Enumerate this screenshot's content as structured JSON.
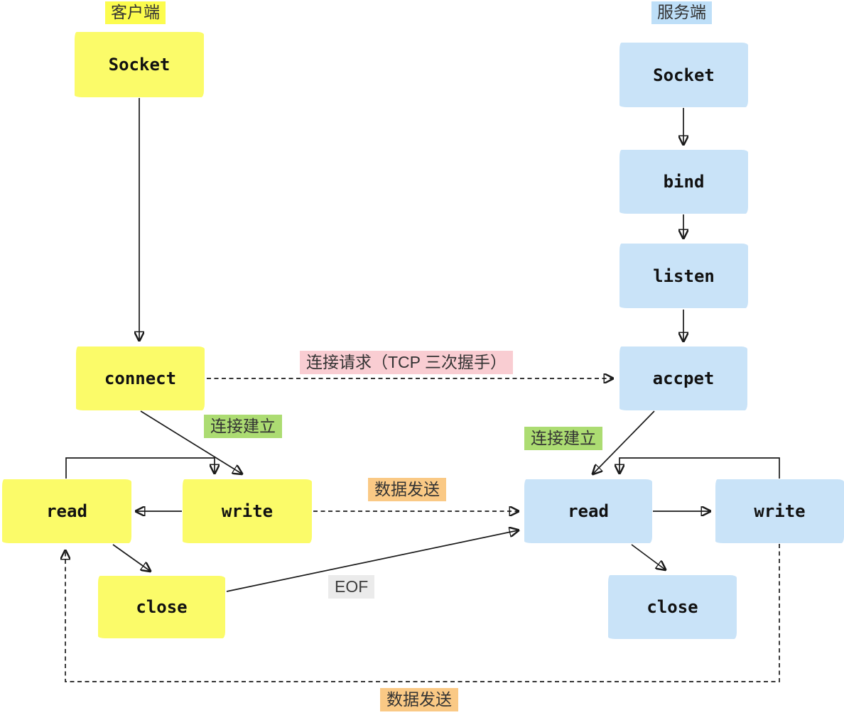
{
  "diagram": {
    "title_implied": "TCP socket client/server flow",
    "client": {
      "tag": "客户端",
      "nodes": {
        "socket": "Socket",
        "connect": "connect",
        "read": "read",
        "write": "write",
        "close": "close"
      }
    },
    "server": {
      "tag": "服务端",
      "nodes": {
        "socket": "Socket",
        "bind": "bind",
        "listen": "listen",
        "accpet": "accpet",
        "read": "read",
        "write": "write",
        "close": "close"
      }
    },
    "labels": {
      "handshake": "连接请求（TCP 三次握手）",
      "established_client": "连接建立",
      "established_server": "连接建立",
      "data_send_mid": "数据发送",
      "data_send_bottom": "数据发送",
      "eof": "EOF"
    },
    "edges": [
      {
        "from": "client.socket",
        "to": "client.connect",
        "style": "solid"
      },
      {
        "from": "server.socket",
        "to": "server.bind",
        "style": "solid"
      },
      {
        "from": "server.bind",
        "to": "server.listen",
        "style": "solid"
      },
      {
        "from": "server.listen",
        "to": "server.accpet",
        "style": "solid"
      },
      {
        "from": "client.connect",
        "to": "server.accpet",
        "style": "dashed",
        "label": "连接请求（TCP 三次握手）"
      },
      {
        "from": "client.connect",
        "to": "client.write",
        "style": "solid",
        "label": "连接建立"
      },
      {
        "from": "client.read",
        "to": "client.write",
        "style": "solid",
        "shape": "top-loop"
      },
      {
        "from": "client.write",
        "to": "client.read",
        "style": "solid"
      },
      {
        "from": "client.write",
        "to": "server.read",
        "style": "dashed",
        "label": "数据发送"
      },
      {
        "from": "client.read",
        "to": "client.close",
        "style": "solid"
      },
      {
        "from": "client.close",
        "to": "server.read",
        "style": "solid",
        "label": "EOF"
      },
      {
        "from": "server.accpet",
        "to": "server.read",
        "style": "solid",
        "label": "连接建立"
      },
      {
        "from": "server.write",
        "to": "server.read",
        "style": "solid",
        "shape": "top-loop"
      },
      {
        "from": "server.read",
        "to": "server.write",
        "style": "solid"
      },
      {
        "from": "server.read",
        "to": "server.close",
        "style": "solid"
      },
      {
        "from": "server.write",
        "to": "client.read",
        "style": "dashed",
        "shape": "bottom-loop",
        "label": "数据发送"
      }
    ],
    "colors": {
      "client_node": "#FBFB69",
      "client_tag": "#FCFC4E",
      "server_node": "#C9E3F8",
      "server_tag": "#BEDFF8",
      "handshake_bg": "#F9CDD2",
      "established_bg": "#ACDC72",
      "data_send_bg": "#FAC985",
      "eof_bg": "#EBEBEB",
      "arrow_ink": "#1A1A1A"
    }
  }
}
